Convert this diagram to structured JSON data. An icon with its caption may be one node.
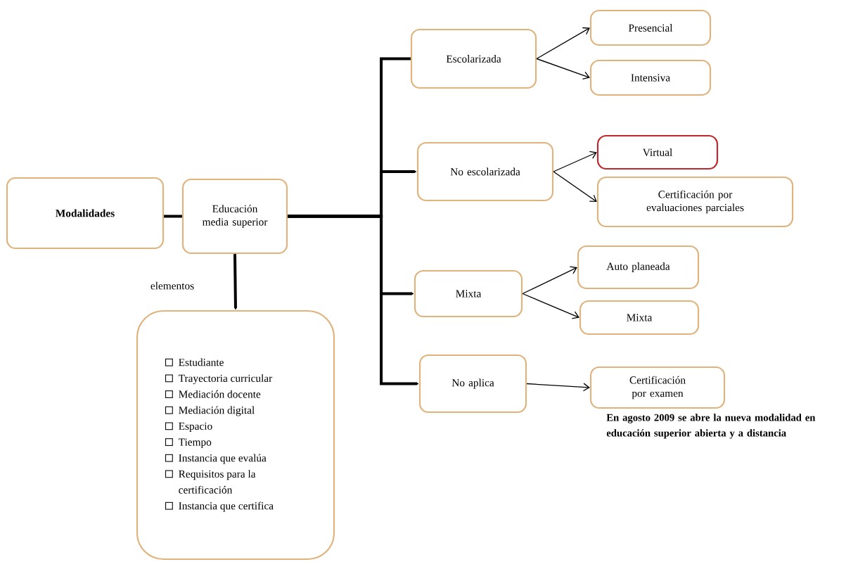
{
  "diagram": {
    "nodes": [
      {
        "text": [
          "Modalidades"
        ]
      },
      {
        "text": [
          "Educación media superior"
        ]
      },
      {
        "text": [
          "Estudiante",
          "Trayectoria curricular",
          "Mediación docente",
          "Mediación digital",
          "Espacio",
          "Tiempo",
          "Instancia que evalúa",
          "Requisitos para la certificación",
          "Instancia que certifica"
        ]
      },
      {
        "text": [
          "Escolarizada"
        ]
      },
      {
        "text": [
          "No escolarizada"
        ]
      },
      {
        "text": [
          "Mixta"
        ]
      },
      {
        "text": [
          "No aplica"
        ]
      },
      {
        "text": [
          "Presencial"
        ]
      },
      {
        "text": [
          "Intensiva"
        ]
      },
      {
        "text": [
          "Virtual"
        ]
      },
      {
        "text": [
          "Certificación por evaluaciones parciales"
        ]
      },
      {
        "text": [
          "Auto planeada"
        ]
      },
      {
        "text": [
          "Mixta"
        ]
      },
      {
        "text": [
          "Certificación por examen"
        ]
      }
    ],
    "edges": [
      {
        "from": 0,
        "to": 1,
        "arrow": "none",
        "style": "thick"
      },
      {
        "from": 1,
        "to": 2,
        "arrow": "to",
        "label": "elementos",
        "style": "thick"
      },
      {
        "from": 1,
        "to": 3,
        "arrow": "none",
        "style": "thick"
      },
      {
        "from": 1,
        "to": 4,
        "arrow": "to",
        "style": "thick"
      },
      {
        "from": 1,
        "to": 5,
        "arrow": "to",
        "style": "thick"
      },
      {
        "from": 1,
        "to": 6,
        "arrow": "to",
        "style": "thick"
      },
      {
        "from": 3,
        "to": 7,
        "arrow": "to"
      },
      {
        "from": 3,
        "to": 8,
        "arrow": "to"
      },
      {
        "from": 4,
        "to": 9,
        "arrow": "to"
      },
      {
        "from": 4,
        "to": 10,
        "arrow": "to"
      },
      {
        "from": 5,
        "to": 11,
        "arrow": "to"
      },
      {
        "from": 5,
        "to": 12,
        "arrow": "to"
      },
      {
        "from": 6,
        "to": 13,
        "arrow": "to"
      }
    ],
    "labels": [
      "En agosto 2009 se abre la nueva modalidad en educación superior abierta y a distancia"
    ]
  }
}
